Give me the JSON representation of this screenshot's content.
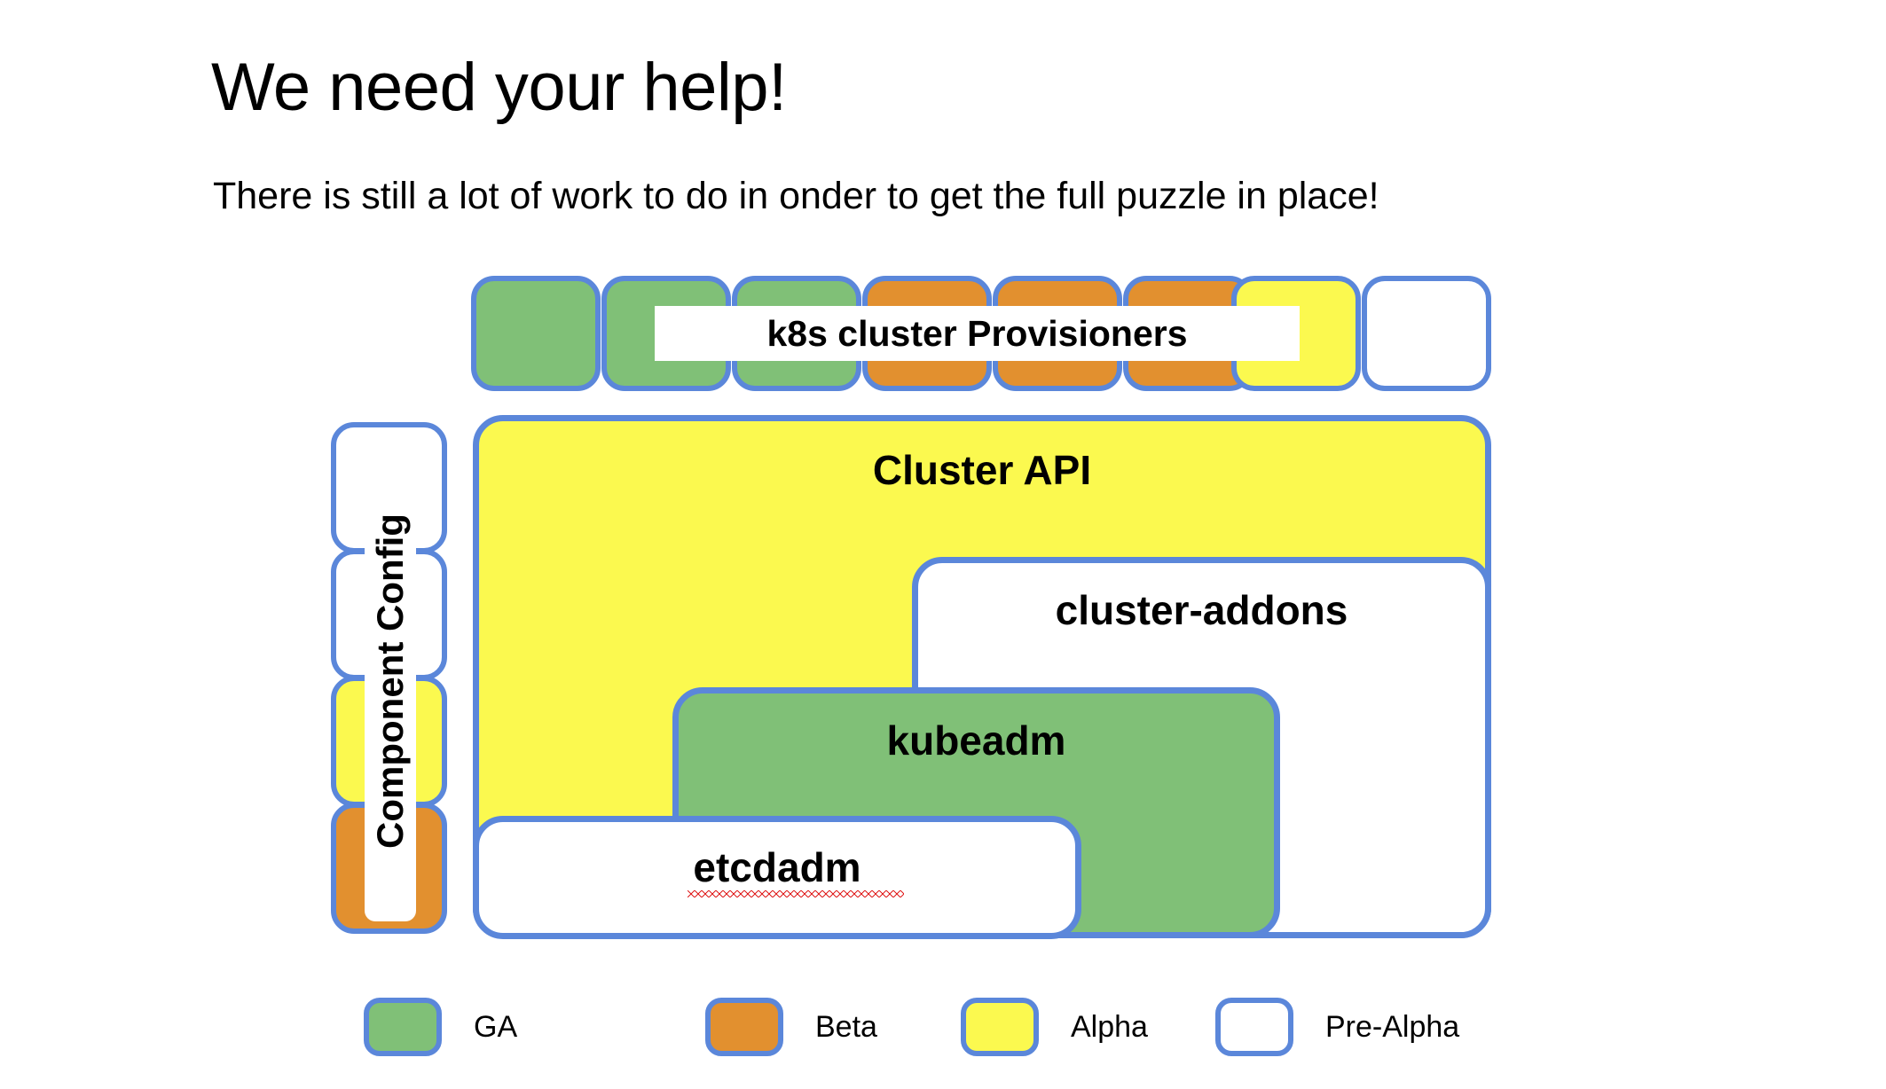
{
  "slide": {
    "title": "We need your help!",
    "subtitle": "There is still a lot of work to do in onder to get the full puzzle in place!"
  },
  "colors": {
    "ga": "#80c077",
    "beta": "#e2902f",
    "alpha": "#fbf94f",
    "pre_alpha": "#ffffff",
    "border": "#5b87da",
    "background": "#ffffff",
    "text": "#000000",
    "spellcheck_underline": "#e02020"
  },
  "provisioners": {
    "label": "k8s cluster Provisioners",
    "boxes": [
      {
        "index": 1,
        "status": "GA",
        "fill": "#80c077"
      },
      {
        "index": 2,
        "status": "GA",
        "fill": "#80c077"
      },
      {
        "index": 3,
        "status": "GA",
        "fill": "#80c077"
      },
      {
        "index": 4,
        "status": "Beta",
        "fill": "#e2902f"
      },
      {
        "index": 5,
        "status": "Beta",
        "fill": "#e2902f"
      },
      {
        "index": 6,
        "status": "Beta",
        "fill": "#e2902f"
      },
      {
        "index": 7,
        "status": "Alpha",
        "fill": "#fbf94f"
      },
      {
        "index": 8,
        "status": "Pre-Alpha",
        "fill": "#ffffff"
      }
    ]
  },
  "component_config": {
    "label": "Component Config",
    "boxes": [
      {
        "index": 1,
        "status": "Pre-Alpha",
        "fill": "#ffffff"
      },
      {
        "index": 2,
        "status": "Pre-Alpha",
        "fill": "#ffffff"
      },
      {
        "index": 3,
        "status": "Alpha",
        "fill": "#fbf94f"
      },
      {
        "index": 4,
        "status": "Beta",
        "fill": "#e2902f"
      }
    ]
  },
  "nested": [
    {
      "name": "cluster-api",
      "label": "Cluster API",
      "status": "Alpha",
      "fill": "#fbf94f"
    },
    {
      "name": "cluster-addons",
      "label": "cluster-addons",
      "status": "Pre-Alpha",
      "fill": "#ffffff"
    },
    {
      "name": "kubeadm",
      "label": "kubeadm",
      "status": "GA",
      "fill": "#80c077"
    },
    {
      "name": "etcdadm",
      "label": "etcdadm",
      "status": "Pre-Alpha",
      "fill": "#ffffff",
      "spellchecked": true
    }
  ],
  "legend": {
    "items": [
      {
        "label": "GA",
        "fill": "#80c077"
      },
      {
        "label": "Beta",
        "fill": "#e2902f"
      },
      {
        "label": "Alpha",
        "fill": "#fbf94f"
      },
      {
        "label": "Pre-Alpha",
        "fill": "#ffffff"
      }
    ]
  }
}
